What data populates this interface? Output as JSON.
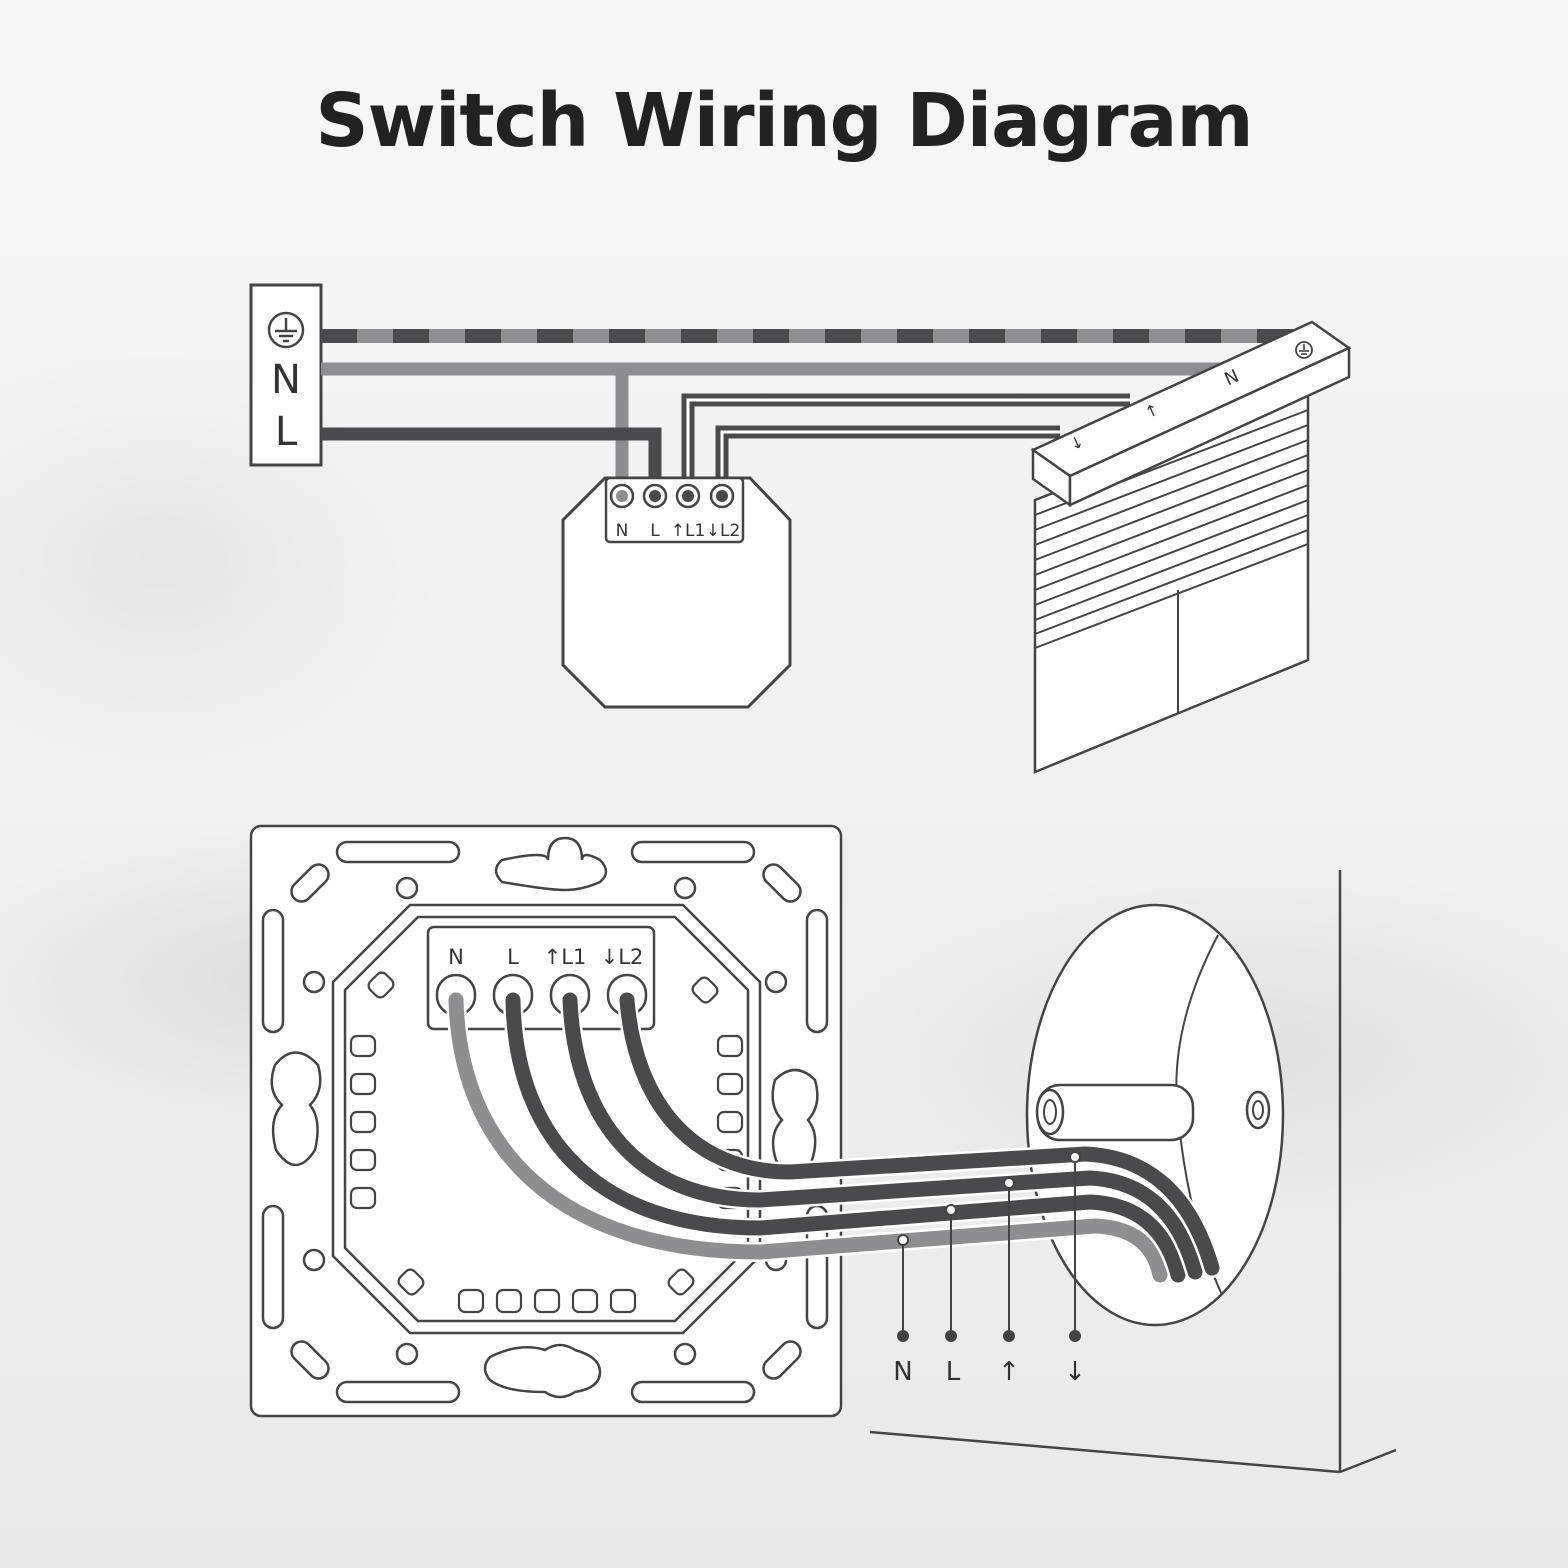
{
  "title": "Switch Wiring Diagram",
  "supply_panel": {
    "ground_icon": "ground-icon",
    "neutral": "N",
    "live": "L"
  },
  "module": {
    "terminals": [
      "N",
      "L",
      "↑L1",
      "↓L2"
    ]
  },
  "shutter": {
    "labels": [
      "↓",
      "↑",
      "N"
    ],
    "ground_icon": "ground-icon"
  },
  "switch_plate": {
    "terminals": [
      "N",
      "L",
      "↑L1",
      "↓L2"
    ]
  },
  "wire_labels": [
    "N",
    "L",
    "↑",
    "↓"
  ],
  "colors": {
    "live": "#4a4a4c",
    "neutral": "#8e8e90",
    "outline": "#444444"
  }
}
